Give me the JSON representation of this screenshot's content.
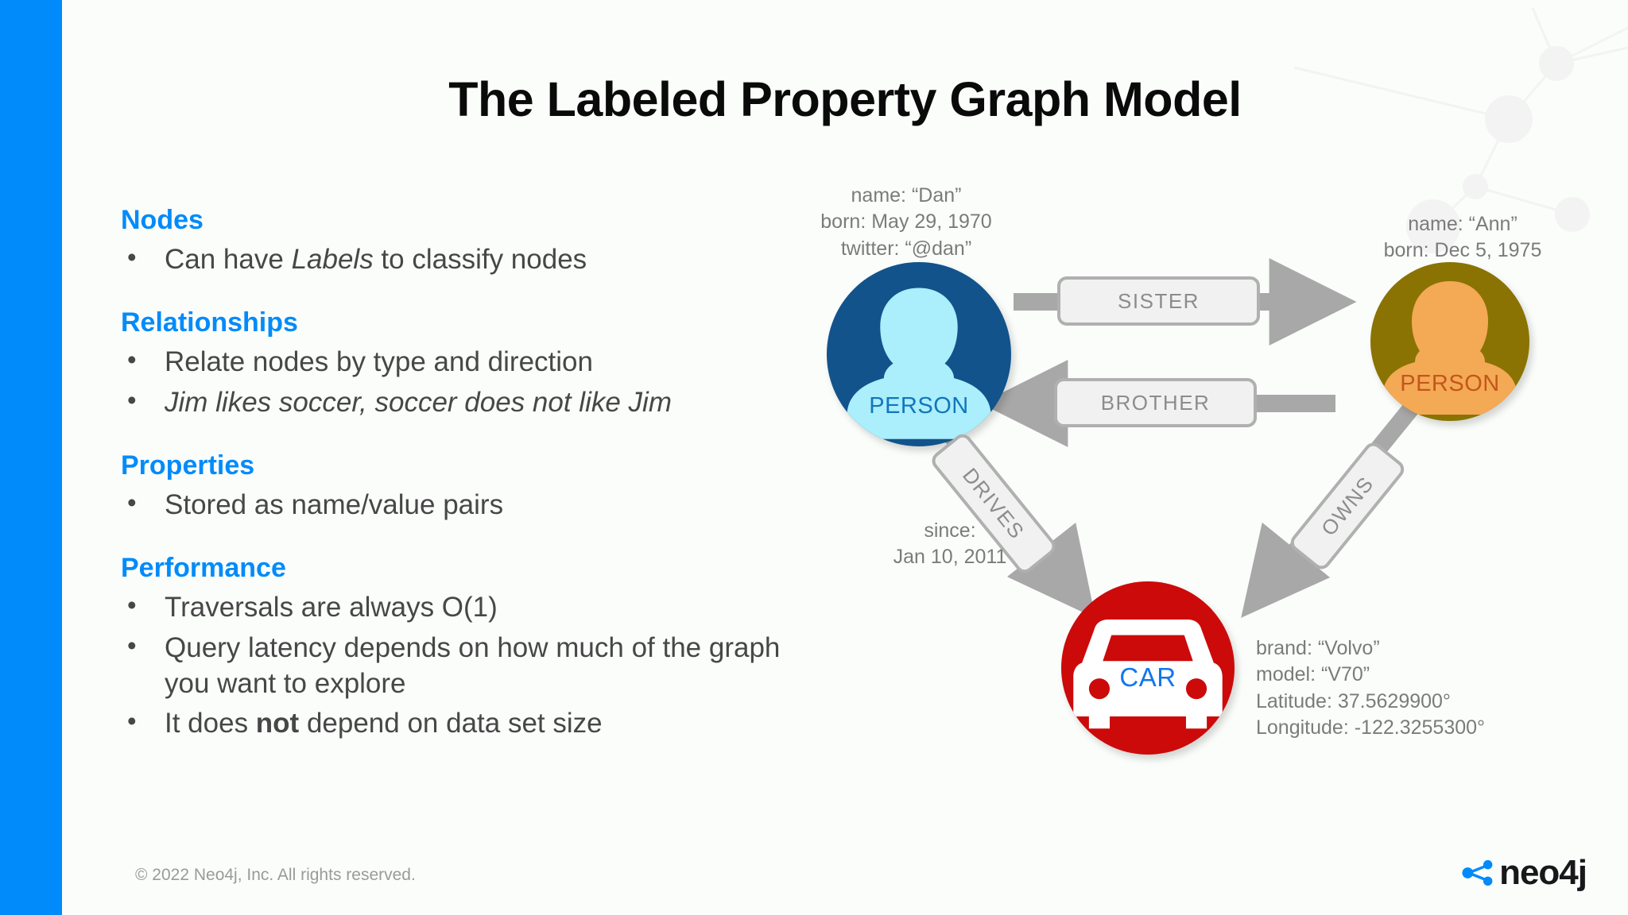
{
  "slide": {
    "title": "The Labeled Property Graph Model",
    "accent_color": "#018bfa",
    "background_color": "#fbfdfb",
    "copyright": "© 2022 Neo4j, Inc. All rights reserved.",
    "logo_text": "neo4j"
  },
  "sections": [
    {
      "heading": "Nodes",
      "bullets": [
        {
          "pre": "Can have ",
          "italic": "Labels",
          "post": " to classify nodes"
        }
      ]
    },
    {
      "heading": "Relationships",
      "bullets": [
        {
          "pre": "Relate nodes by type and direction",
          "italic": "",
          "post": ""
        },
        {
          "pre": "",
          "italic": "Jim likes soccer, soccer does not like Jim",
          "post": ""
        }
      ]
    },
    {
      "heading": "Properties",
      "bullets": [
        {
          "pre": "Stored as name/value pairs",
          "italic": "",
          "post": ""
        }
      ]
    },
    {
      "heading": "Performance",
      "bullets": [
        {
          "pre": "Traversals are always O(1)",
          "italic": "",
          "post": ""
        },
        {
          "pre": "Query latency depends on how much of the graph you want to explore",
          "italic": "",
          "post": ""
        },
        {
          "pre": "It does ",
          "bold": "not",
          "post2": " depend on data set size"
        }
      ]
    }
  ],
  "graph": {
    "nodes": [
      {
        "id": "dan",
        "label": "PERSON",
        "icon": "person-icon",
        "circle_color": "#12538c",
        "figure_color": "#abeefc",
        "label_color": "#1176bb",
        "properties": [
          "name: “Dan”",
          "born: May 29, 1970",
          "twitter: “@dan”"
        ]
      },
      {
        "id": "ann",
        "label": "PERSON",
        "icon": "person-icon",
        "circle_color": "#8a7302",
        "figure_color": "#f4a955",
        "label_color": "#c4561b",
        "properties": [
          "name: “Ann”",
          "born:  Dec 5, 1975"
        ]
      },
      {
        "id": "car",
        "label": "CAR",
        "icon": "car-icon",
        "circle_color": "#cc0a0a",
        "figure_color": "#ffffff",
        "label_color": "#1176ee",
        "properties": [
          "brand: “Volvo”",
          "model: “V70”",
          "Latitude: 37.5629900°",
          "Longitude: -122.3255300°"
        ]
      }
    ],
    "relationships": [
      {
        "id": "sister",
        "label": "SISTER",
        "from": "dan",
        "to": "ann",
        "properties": []
      },
      {
        "id": "brother",
        "label": "BROTHER",
        "from": "ann",
        "to": "dan",
        "properties": []
      },
      {
        "id": "drives",
        "label": "DRIVES",
        "from": "dan",
        "to": "car",
        "properties": [
          "since:",
          "Jan 10, 2011"
        ]
      },
      {
        "id": "owns",
        "label": "OWNS",
        "from": "ann",
        "to": "car",
        "properties": []
      }
    ]
  }
}
